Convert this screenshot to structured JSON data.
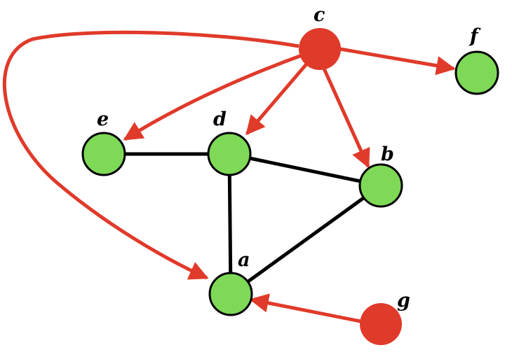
{
  "colors": {
    "active_node": "#e03a2a",
    "passive_node": "#7ed957",
    "node_outline": "#000000",
    "directed_edge": "#e03a2a",
    "undirected_edge": "#000000"
  },
  "nodes": [
    {
      "id": "a",
      "label": "a",
      "type": "passive"
    },
    {
      "id": "b",
      "label": "b",
      "type": "passive"
    },
    {
      "id": "c",
      "label": "c",
      "type": "active"
    },
    {
      "id": "d",
      "label": "d",
      "type": "passive"
    },
    {
      "id": "e",
      "label": "e",
      "type": "passive"
    },
    {
      "id": "f",
      "label": "f",
      "type": "passive"
    },
    {
      "id": "g",
      "label": "g",
      "type": "active"
    }
  ],
  "edges": {
    "undirected": [
      {
        "from": "e",
        "to": "d"
      },
      {
        "from": "d",
        "to": "b"
      },
      {
        "from": "d",
        "to": "a"
      },
      {
        "from": "b",
        "to": "a"
      }
    ],
    "directed": [
      {
        "from": "c",
        "to": "e"
      },
      {
        "from": "c",
        "to": "d"
      },
      {
        "from": "c",
        "to": "b"
      },
      {
        "from": "c",
        "to": "f"
      },
      {
        "from": "c",
        "to": "a"
      },
      {
        "from": "g",
        "to": "a"
      }
    ]
  }
}
